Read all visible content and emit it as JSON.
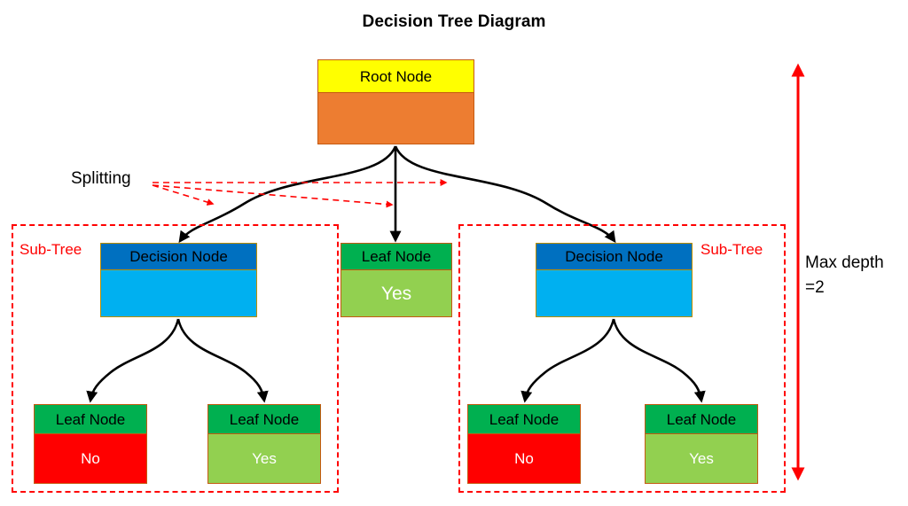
{
  "diagram": {
    "title": "Decision Tree Diagram",
    "colors": {
      "root_header": "#FFFF00",
      "root_body": "#ED7D31",
      "decision_header": "#0070C0",
      "decision_body": "#00B0F0",
      "leaf_header": "#00B050",
      "leaf_yes": "#92D050",
      "leaf_no": "#FF0000",
      "annotation": "#FF0000",
      "connector": "#000000"
    },
    "annotations": {
      "splitting": "Splitting",
      "subtree_left": "Sub-Tree",
      "subtree_right": "Sub-Tree",
      "max_depth_line1": "Max depth",
      "max_depth_line2": "=2"
    },
    "nodes": {
      "root": {
        "header": "Root Node",
        "value": ""
      },
      "decision_left": {
        "header": "Decision Node",
        "value": ""
      },
      "decision_right": {
        "header": "Decision Node",
        "value": ""
      },
      "leaf_middle": {
        "header": "Leaf Node",
        "value": "Yes"
      },
      "leaf_left_1": {
        "header": "Leaf Node",
        "value": "No"
      },
      "leaf_left_2": {
        "header": "Leaf Node",
        "value": "Yes"
      },
      "leaf_right_1": {
        "header": "Leaf Node",
        "value": "No"
      },
      "leaf_right_2": {
        "header": "Leaf Node",
        "value": "Yes"
      }
    }
  }
}
